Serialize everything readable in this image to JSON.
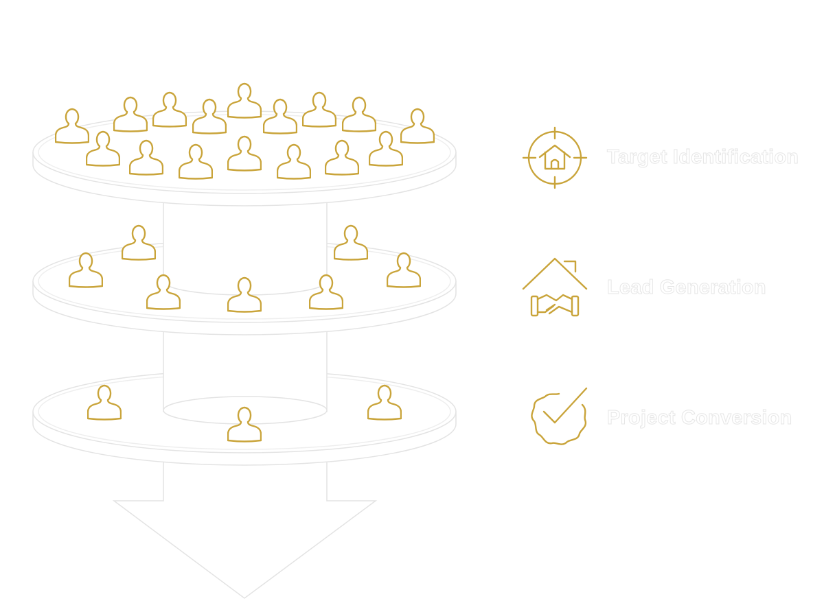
{
  "colors": {
    "accent": "#C9A43A",
    "outline": "#e3e3e3",
    "label": "#ffffff"
  },
  "stages": [
    {
      "label": "Target Identification",
      "icon": "target-house-icon",
      "people": 16
    },
    {
      "label": "Lead Generation",
      "icon": "house-handshake-icon",
      "people": 7
    },
    {
      "label": "Project Conversion",
      "icon": "badge-check-icon",
      "people": 3
    }
  ]
}
